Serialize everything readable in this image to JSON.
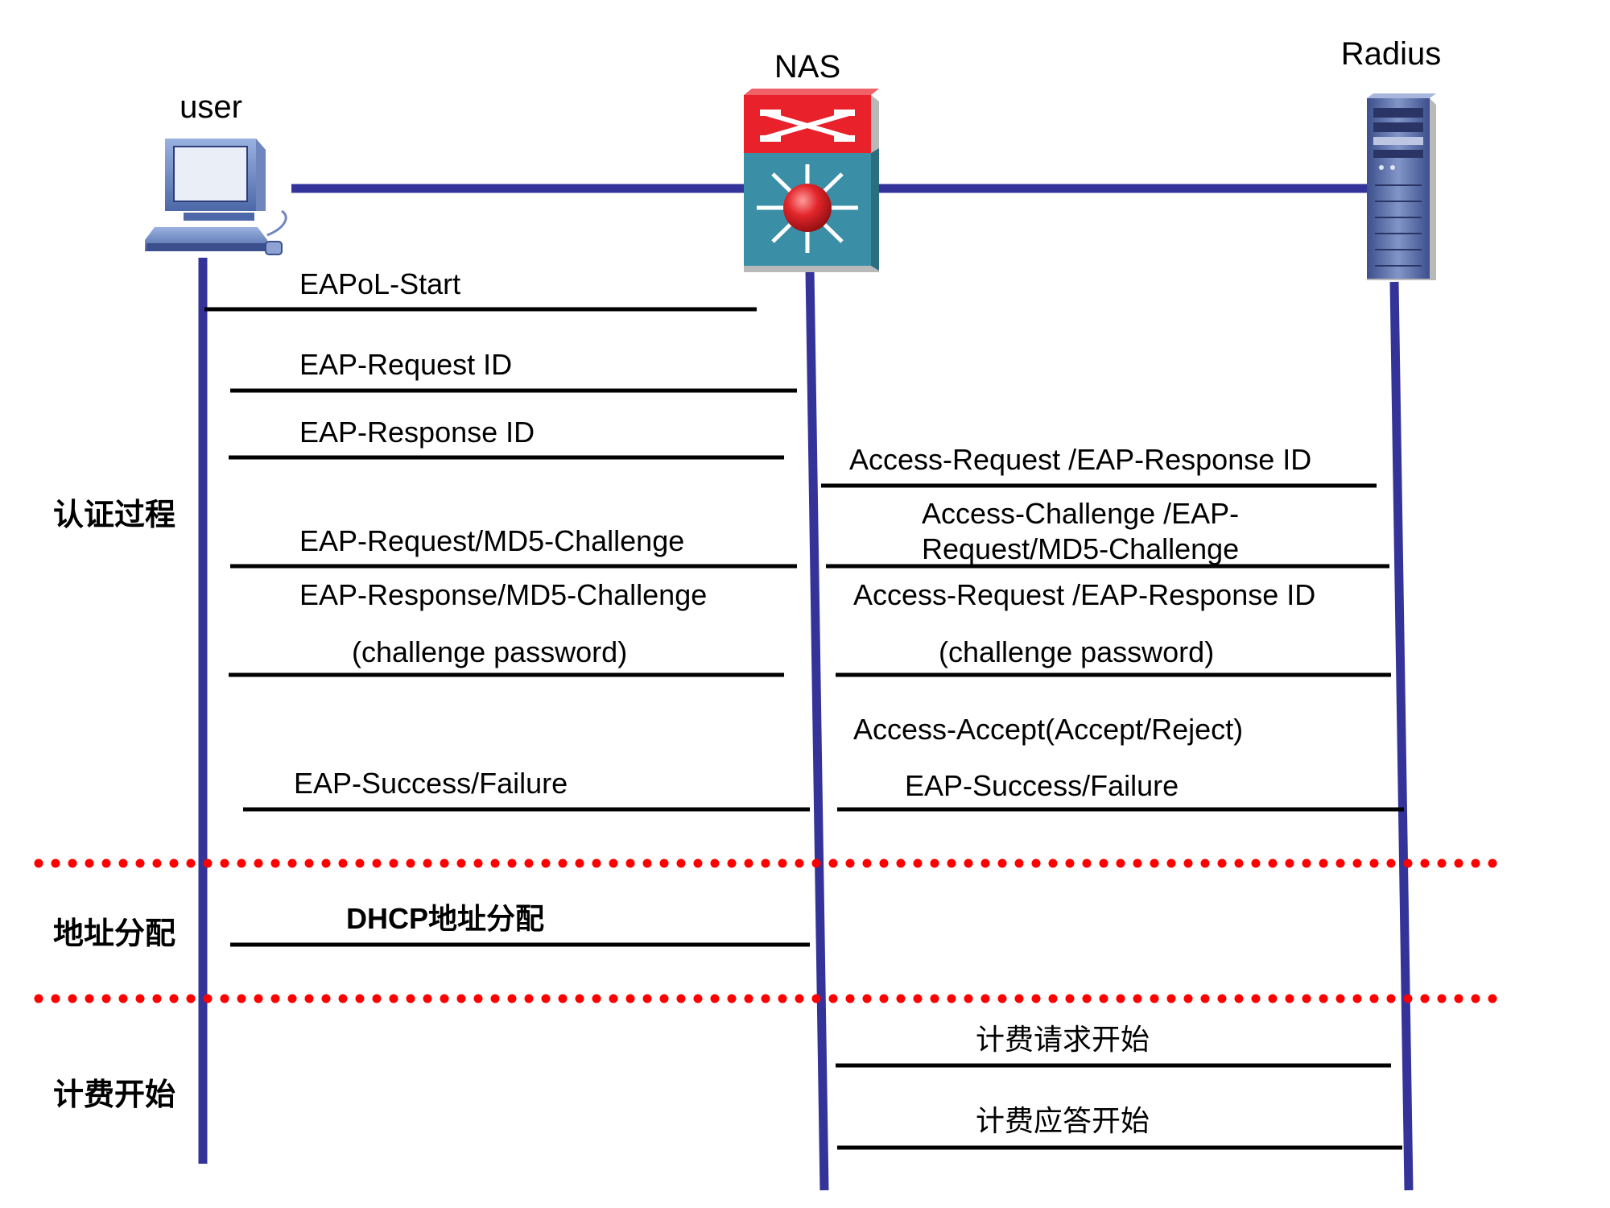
{
  "nodes": {
    "user": {
      "label": "user"
    },
    "nas": {
      "label": "NAS"
    },
    "radius": {
      "label": "Radius"
    }
  },
  "phases": [
    {
      "label": "认证过程"
    },
    {
      "label": "地址分配"
    },
    {
      "label": "计费开始"
    }
  ],
  "messages": [
    {
      "id": "m1",
      "from": "user",
      "to": "nas",
      "lines": [
        "EAPoL-Start"
      ]
    },
    {
      "id": "m2",
      "from": "nas",
      "to": "user",
      "lines": [
        "EAP-Request ID"
      ]
    },
    {
      "id": "m3",
      "from": "user",
      "to": "nas",
      "lines": [
        "EAP-Response ID"
      ]
    },
    {
      "id": "m4",
      "from": "nas",
      "to": "radius",
      "lines": [
        "Access-Request /EAP-Response ID"
      ]
    },
    {
      "id": "m5",
      "from": "radius",
      "to": "nas",
      "lines": [
        "Access-Challenge /EAP-",
        "Request/MD5-Challenge"
      ]
    },
    {
      "id": "m6",
      "from": "nas",
      "to": "user",
      "lines": [
        "EAP-Request/MD5-Challenge"
      ]
    },
    {
      "id": "m7",
      "from": "user",
      "to": "nas",
      "lines": [
        "EAP-Response/MD5-Challenge",
        "(challenge password)"
      ]
    },
    {
      "id": "m8",
      "from": "nas",
      "to": "radius",
      "lines": [
        "Access-Request /EAP-Response ID",
        "(challenge password)"
      ]
    },
    {
      "id": "m9",
      "from": "radius",
      "to": "nas",
      "lines": [
        "Access-Accept(Accept/Reject)",
        "EAP-Success/Failure"
      ]
    },
    {
      "id": "m10",
      "from": "nas",
      "to": "user",
      "lines": [
        "EAP-Success/Failure"
      ]
    },
    {
      "id": "m11",
      "from": "user",
      "to": "nas",
      "bidirectional": true,
      "bold": true,
      "lines": [
        "DHCP地址分配"
      ]
    },
    {
      "id": "m12",
      "from": "nas",
      "to": "radius",
      "lines": [
        "计费请求开始"
      ]
    },
    {
      "id": "m13",
      "from": "radius",
      "to": "nas",
      "lines": [
        "计费应答开始"
      ]
    }
  ],
  "colors": {
    "lifeline": "#333399",
    "arrow": "#000000",
    "separator": "#ff0000",
    "nas_top": "#e8212b",
    "nas_body": "#3a8fa6",
    "nas_core": "#d7202a"
  },
  "icons": {
    "user": "computer-icon",
    "nas": "switch-icon",
    "radius": "server-icon"
  }
}
